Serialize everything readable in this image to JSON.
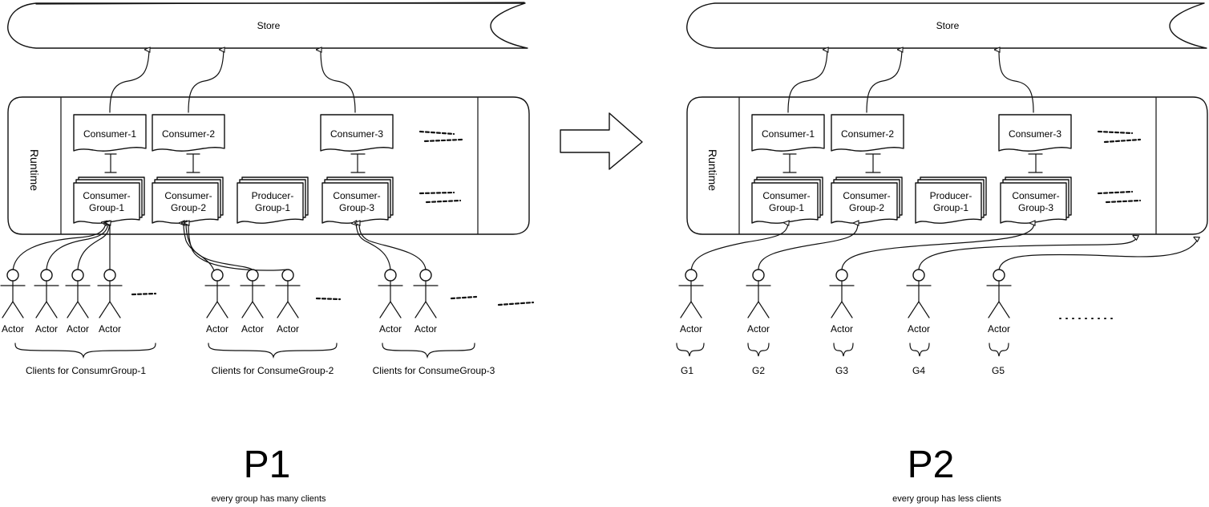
{
  "left": {
    "store": "Store",
    "runtime": "Runtime",
    "consumers": [
      "Consumer-1",
      "Consumer-2",
      "Consumer-3"
    ],
    "groups": [
      [
        "Consumer-",
        "Group-1"
      ],
      [
        "Consumer-",
        "Group-2"
      ],
      [
        "Producer-",
        "Group-1"
      ],
      [
        "Consumer-",
        "Group-3"
      ]
    ],
    "actors": [
      "Actor",
      "Actor",
      "Actor",
      "Actor",
      "Actor",
      "Actor",
      "Actor",
      "Actor",
      "Actor"
    ],
    "braces": [
      "Clients for ConsumrGroup-1",
      "Clients for ConsumeGroup-2",
      "Clients for ConsumeGroup-3"
    ],
    "title": "P1",
    "caption": "every group has many clients"
  },
  "right": {
    "store": "Store",
    "runtime": "Runtime",
    "consumers": [
      "Consumer-1",
      "Consumer-2",
      "Consumer-3"
    ],
    "groups": [
      [
        "Consumer-",
        "Group-1"
      ],
      [
        "Consumer-",
        "Group-2"
      ],
      [
        "Producer-",
        "Group-1"
      ],
      [
        "Consumer-",
        "Group-3"
      ]
    ],
    "actors": [
      "Actor",
      "Actor",
      "Actor",
      "Actor",
      "Actor"
    ],
    "braces": [
      "G1",
      "G2",
      "G3",
      "G4",
      "G5"
    ],
    "title": "P2",
    "caption": "every group has less clients"
  },
  "arrow_icon": "right-arrow-icon"
}
